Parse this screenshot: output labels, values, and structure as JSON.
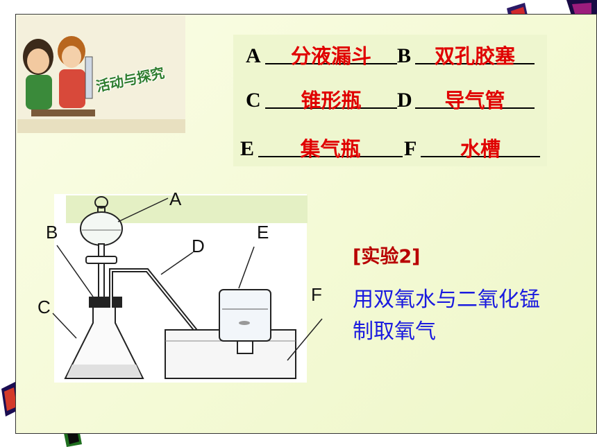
{
  "photo_banner": {
    "text": "活动与探究"
  },
  "answers": [
    {
      "letter": "A",
      "value": "分液漏斗"
    },
    {
      "letter": "B",
      "value": "双孔胶塞"
    },
    {
      "letter": "C",
      "value": "锥形瓶"
    },
    {
      "letter": "D",
      "value": "导气管"
    },
    {
      "letter": "E",
      "value": "集气瓶"
    },
    {
      "letter": "F",
      "value": "水槽"
    }
  ],
  "diagram_labels": {
    "a": "A",
    "b": "B",
    "c": "C",
    "d": "D",
    "e": "E",
    "f": "F"
  },
  "experiment": {
    "title": "[实验2]",
    "description": "用双氧水与二氧化锰制取氧气"
  },
  "colors": {
    "answer_red": "#e00000",
    "title_red": "#b80000",
    "desc_blue": "#1a1adf"
  }
}
